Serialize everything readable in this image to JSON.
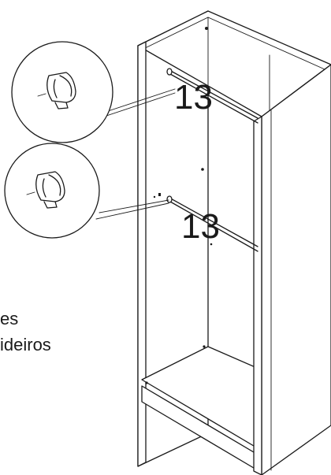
{
  "callouts": [
    {
      "part_number": "13"
    },
    {
      "part_number": "13"
    }
  ],
  "caption": {
    "line1": "es",
    "line2": "ideiros"
  }
}
